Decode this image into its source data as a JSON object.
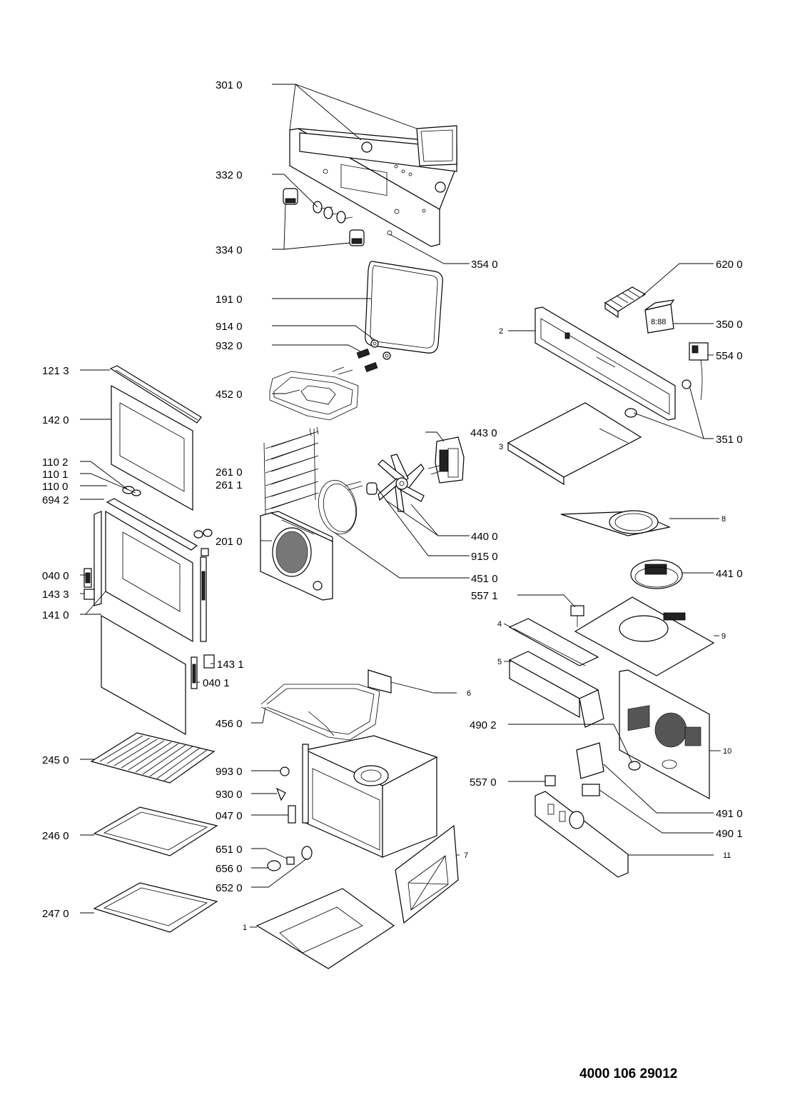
{
  "callouts": {
    "c3010": "301 0",
    "c3320": "332 0",
    "c3340": "334 0",
    "c3540": "354 0",
    "c1910": "191 0",
    "c9140": "914 0",
    "c9320": "932 0",
    "c4520": "452 0",
    "c1213": "121 3",
    "c1420": "142 0",
    "c1102": "110 2",
    "c1101": "110 1",
    "c1100": "110 0",
    "c6942": "694 2",
    "c0400": "040 0",
    "c1433": "143 3",
    "c1410": "141 0",
    "c1431": "143 1",
    "c0401": "040 1",
    "c2610": "261 0",
    "c2611": "261 1",
    "c2010": "201 0",
    "c4430": "443 0",
    "c4400": "440 0",
    "c9150": "915 0",
    "c4510": "451 0",
    "c6200": "620 0",
    "c3500": "350 0",
    "c5540": "554 0",
    "c3510": "351 0",
    "c2": "2",
    "c3": "3",
    "c8": "8",
    "c4410": "441 0",
    "c5571": "557 1",
    "c4": "4",
    "c9": "9",
    "c5": "5",
    "c6": "6",
    "c4560": "456 0",
    "c4902": "490 2",
    "c10": "10",
    "c2450": "245 0",
    "c9930": "993 0",
    "c9300": "930 0",
    "c0470": "047 0",
    "c5570": "557 0",
    "c4910": "491 0",
    "c4901": "490 1",
    "c2460": "246 0",
    "c6510": "651 0",
    "c6560": "656 0",
    "c6520": "652 0",
    "c7": "7",
    "c11": "11",
    "c2470": "247 0",
    "c1": "1"
  },
  "document_number": "4000 106 29012"
}
